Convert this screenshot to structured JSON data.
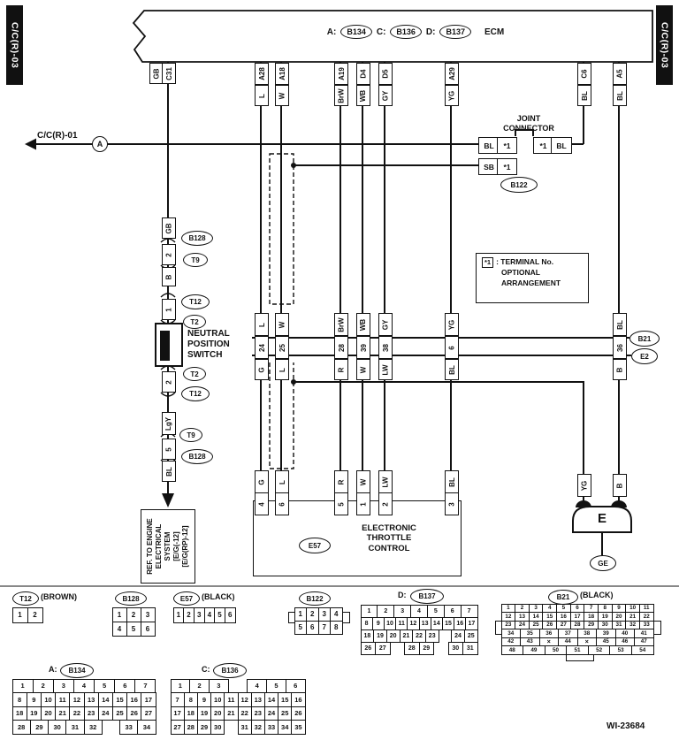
{
  "tabs": {
    "left": "C/C(R)-03",
    "right": "C/C(R)-03"
  },
  "ecm": {
    "connectors": [
      {
        "prefix": "A:",
        "id": "B134"
      },
      {
        "prefix": "C:",
        "id": "B136"
      },
      {
        "prefix": "D:",
        "id": "B137"
      }
    ],
    "name": "ECM",
    "pins": [
      {
        "pin": "C31",
        "color": "GB"
      },
      {
        "pin": "A28",
        "color": "L"
      },
      {
        "pin": "A18",
        "color": "W"
      },
      {
        "pin": "A19",
        "color": "BrW"
      },
      {
        "pin": "D4",
        "color": "WB"
      },
      {
        "pin": "D5",
        "color": "GY"
      },
      {
        "pin": "A29",
        "color": "YG"
      },
      {
        "pin": "C6",
        "color": "BL"
      },
      {
        "pin": "A5",
        "color": "BL"
      }
    ]
  },
  "page_ref": {
    "label": "C/C(R)-01",
    "terminal": "A"
  },
  "joint_connector": {
    "title": "JOINT\nCONNECTOR",
    "left_top": {
      "color": "BL",
      "mark": "*1"
    },
    "right_top": {
      "mark": "*1",
      "color": "BL"
    },
    "left_bottom": {
      "color": "SB",
      "mark": "*1"
    },
    "connector_id": "B122"
  },
  "note_box": {
    "mark": "*1",
    "line1": ": TERMINAL No.",
    "line2": "OPTIONAL",
    "line3": "ARRANGEMENT"
  },
  "left_branch": {
    "color_top": "GB",
    "conn1": {
      "pin": "2",
      "oval_top": "B128",
      "oval_bottom": "T9"
    },
    "color2": "B",
    "conn2": {
      "pin": "1",
      "oval_top": "T12",
      "oval_bottom": "T2"
    },
    "switch_label": "NEUTRAL\nPOSITION\nSWITCH",
    "conn3": {
      "pin": "2",
      "oval_top": "T2",
      "oval_bottom": "T12"
    },
    "color3": "LgY",
    "conn4": {
      "pin": "5",
      "oval_top": "T9",
      "oval_bottom": "B128"
    },
    "color4": "BL",
    "ref_text": "REF. TO ENGINE\nELECTRICAL\nSYSTEM\n[E/G(-12]\n[E/G(RP)-12]"
  },
  "midband": {
    "oval_top": "B21",
    "oval_bottom": "E2",
    "columns": [
      {
        "above": "L",
        "pin": "24",
        "below": "G"
      },
      {
        "above": "W",
        "pin": "25",
        "below": "L"
      },
      {
        "above": "BrW",
        "pin": "28",
        "below": "R"
      },
      {
        "above": "WB",
        "pin": "39",
        "below": "W"
      },
      {
        "above": "GY",
        "pin": "38",
        "below": "LW"
      },
      {
        "above": "YG",
        "pin": "6",
        "below": "BL"
      },
      {
        "above": "BL",
        "pin": "36",
        "below": "B"
      }
    ]
  },
  "throttle": {
    "id": "E57",
    "label": "ELECTRONIC\nTHROTTLE\nCONTROL",
    "columns": [
      {
        "color": "G",
        "pin": "4"
      },
      {
        "color": "L",
        "pin": "6"
      },
      {
        "color": "R",
        "pin": "5"
      },
      {
        "color": "W",
        "pin": "1"
      },
      {
        "color": "LW",
        "pin": "2"
      },
      {
        "color": "BL",
        "pin": "3"
      }
    ]
  },
  "ground": {
    "left_color": "YG",
    "right_color": "B",
    "symbol": "E",
    "oval": "GE"
  },
  "connector_views": {
    "t12": {
      "id": "T12",
      "suffix": "(BROWN)",
      "rows": [
        [
          "1",
          "2"
        ]
      ]
    },
    "b128": {
      "id": "B128",
      "rows": [
        [
          "1",
          "2",
          "3"
        ],
        [
          "4",
          "5",
          "6"
        ]
      ]
    },
    "e57": {
      "id": "E57",
      "suffix": "(BLACK)",
      "rows": [
        [
          "1",
          "2",
          "3",
          "4",
          "5",
          "6"
        ]
      ]
    },
    "b122": {
      "id": "B122",
      "rows": [
        [
          "1",
          "2",
          "3",
          "4"
        ],
        [
          "5",
          "6",
          "7",
          "8"
        ]
      ]
    },
    "b137": {
      "prefix": "D:",
      "id": "B137",
      "rows": [
        [
          "1",
          "2",
          "3",
          "4",
          "5",
          "6",
          "7"
        ],
        [
          "8",
          "9",
          "10",
          "11",
          "12",
          "13",
          "14",
          "15",
          "16",
          "17"
        ],
        [
          "18",
          "19",
          "20",
          "21",
          "22",
          "23",
          "",
          "24",
          "25"
        ],
        [
          "26",
          "27",
          "",
          "28",
          "29",
          "",
          "30",
          "31"
        ]
      ]
    },
    "b21": {
      "id": "B21",
      "suffix": "(BLACK)",
      "rows": [
        [
          "1",
          "2",
          "3",
          "4",
          "5",
          "6",
          "7",
          "8",
          "9",
          "10",
          "11"
        ],
        [
          "12",
          "13",
          "14",
          "15",
          "16",
          "17",
          "18",
          "19",
          "20",
          "21",
          "22"
        ],
        [
          "23",
          "24",
          "25",
          "26",
          "27",
          "28",
          "29",
          "30",
          "31",
          "32",
          "33"
        ],
        [
          "34",
          "35",
          "36",
          "37",
          "38",
          "39",
          "40",
          "41"
        ],
        [
          "42",
          "43",
          "×",
          "44",
          "×",
          "45",
          "46",
          "47"
        ],
        [
          "48",
          "49",
          "50",
          "51",
          "52",
          "53",
          "54"
        ]
      ]
    },
    "b134": {
      "prefix": "A:",
      "id": "B134",
      "rows": [
        [
          "1",
          "2",
          "3",
          "4",
          "5",
          "6",
          "7"
        ],
        [
          "8",
          "9",
          "10",
          "11",
          "12",
          "13",
          "14",
          "15",
          "16",
          "17"
        ],
        [
          "18",
          "19",
          "20",
          "21",
          "22",
          "23",
          "24",
          "25",
          "26",
          "27"
        ],
        [
          "28",
          "29",
          "30",
          "31",
          "32",
          "",
          "33",
          "34"
        ]
      ]
    },
    "b136": {
      "prefix": "C:",
      "id": "B136",
      "rows": [
        [
          "1",
          "2",
          "3",
          "",
          "4",
          "5",
          "6"
        ],
        [
          "7",
          "8",
          "9",
          "10",
          "11",
          "12",
          "13",
          "14",
          "15",
          "16"
        ],
        [
          "17",
          "18",
          "19",
          "20",
          "21",
          "22",
          "23",
          "24",
          "25",
          "26"
        ],
        [
          "27",
          "28",
          "29",
          "30",
          "",
          "31",
          "32",
          "33",
          "34",
          "35"
        ]
      ]
    }
  },
  "doc_number": "WI-23684"
}
